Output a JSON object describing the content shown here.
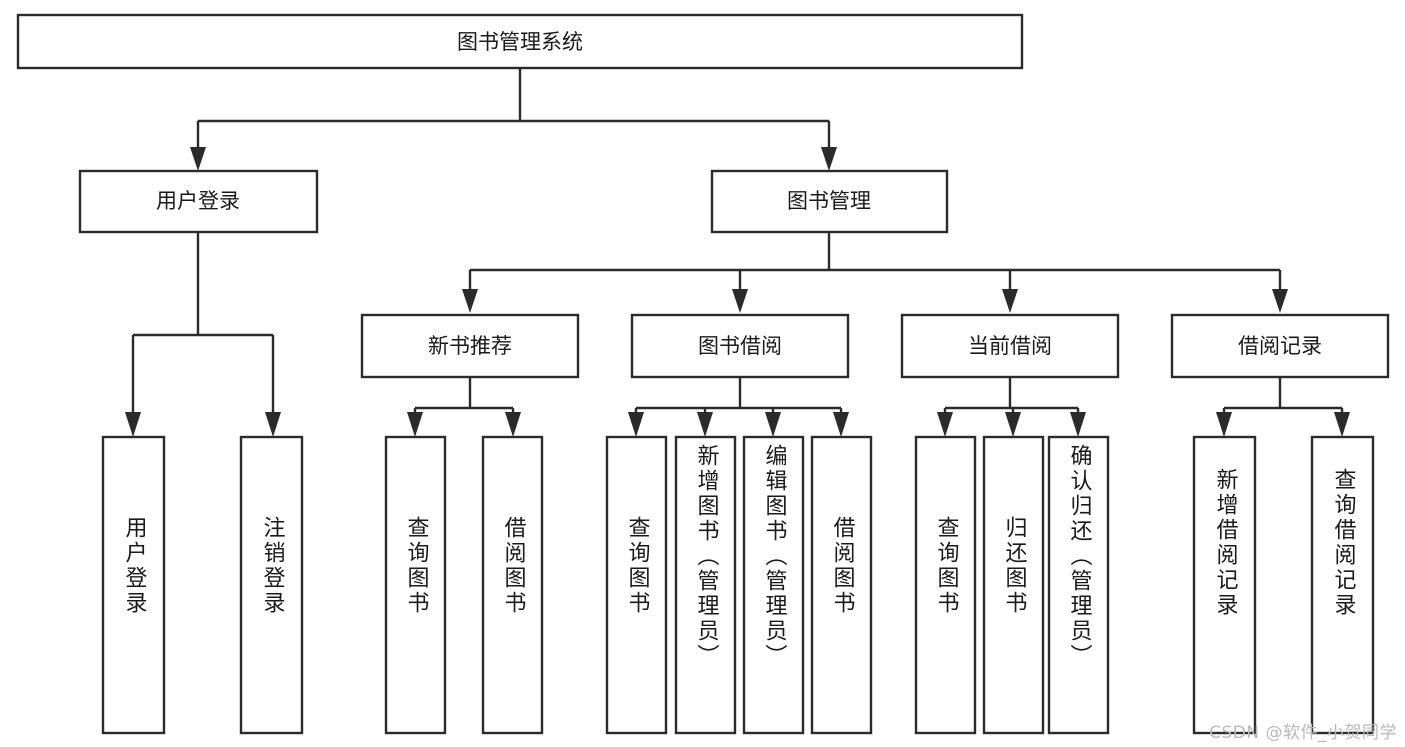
{
  "diagram": {
    "type": "tree-hierarchy",
    "orientation": "top-down",
    "root": {
      "id": "root",
      "label": "图书管理系统"
    },
    "level1": [
      {
        "id": "user-login",
        "label": "用户登录"
      },
      {
        "id": "book-management",
        "label": "图书管理"
      }
    ],
    "level2": [
      {
        "id": "new-book-recommend",
        "label": "新书推荐",
        "parent": "book-management"
      },
      {
        "id": "book-borrow",
        "label": "图书借阅",
        "parent": "book-management"
      },
      {
        "id": "current-borrow",
        "label": "当前借阅",
        "parent": "book-management"
      },
      {
        "id": "borrow-record",
        "label": "借阅记录",
        "parent": "book-management"
      }
    ],
    "leaves": {
      "user-login": [
        {
          "id": "leaf-user-login",
          "label": "用户登录"
        },
        {
          "id": "leaf-user-logout",
          "label": "注销登录"
        }
      ],
      "new-book-recommend": [
        {
          "id": "leaf-query-book-1",
          "label": "查询图书"
        },
        {
          "id": "leaf-borrow-book-1",
          "label": "借阅图书"
        }
      ],
      "book-borrow": [
        {
          "id": "leaf-query-book-2",
          "label": "查询图书"
        },
        {
          "id": "leaf-add-book",
          "label": "新增图书（管理员）"
        },
        {
          "id": "leaf-edit-book",
          "label": "编辑图书（管理员）"
        },
        {
          "id": "leaf-borrow-book-2",
          "label": "借阅图书"
        }
      ],
      "current-borrow": [
        {
          "id": "leaf-query-book-3",
          "label": "查询图书"
        },
        {
          "id": "leaf-return-book",
          "label": "归还图书"
        },
        {
          "id": "leaf-confirm-return",
          "label": "确认归还（管理员）"
        }
      ],
      "borrow-record": [
        {
          "id": "leaf-add-record",
          "label": "新增借阅记录"
        },
        {
          "id": "leaf-query-record",
          "label": "查询借阅记录"
        }
      ]
    },
    "colors": {
      "stroke": "#2b2b2b",
      "fill": "#ffffff",
      "text": "#1a1a1a",
      "watermark": "#b9b9b9"
    }
  },
  "watermark": {
    "text": "CSDN @软件_小贺同学"
  }
}
